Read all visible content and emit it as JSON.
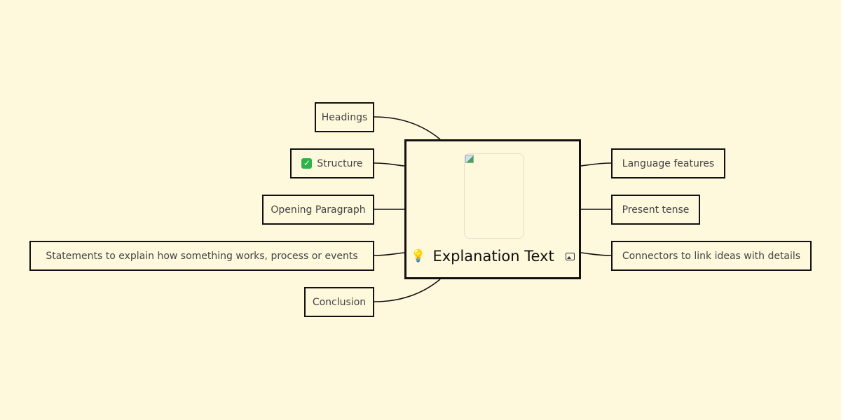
{
  "central": {
    "title": "Explanation Text",
    "icon": "lightbulb-icon",
    "attachment_icon": "image-icon"
  },
  "left_branches": [
    {
      "label": "Headings"
    },
    {
      "label": "Structure",
      "icon": "check-mark-icon"
    },
    {
      "label": "Opening Paragraph"
    },
    {
      "label": "Statements to explain how something works, process or events"
    },
    {
      "label": "Conclusion"
    }
  ],
  "right_branches": [
    {
      "label": "Language features"
    },
    {
      "label": "Present tense"
    },
    {
      "label": "Connectors to link ideas with details"
    }
  ],
  "colors": {
    "background": "#fef8dc",
    "border": "#111111",
    "text": "#444444",
    "check": "#2db34a"
  }
}
